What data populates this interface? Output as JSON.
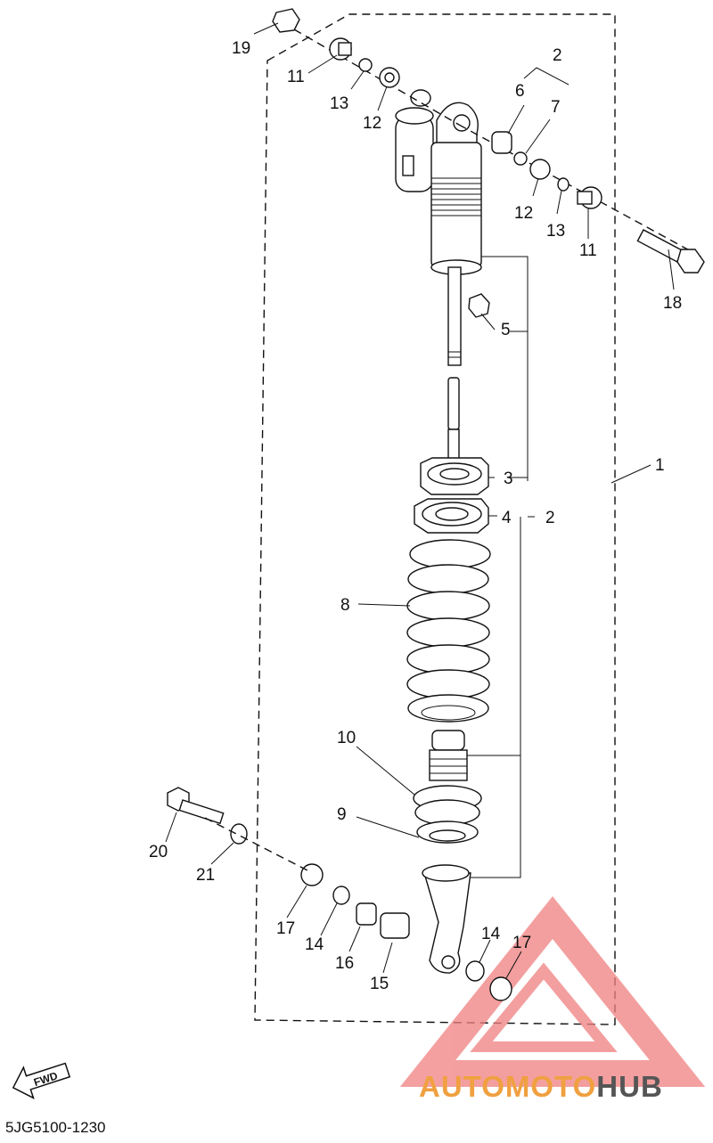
{
  "diagram_code": "5JG5100-1230",
  "fwd_label": "FWD",
  "watermark": {
    "part1": "AUTOMOTO",
    "part2": "HUB",
    "color1": "#f0a040",
    "color2": "#555555",
    "logo_color": "#f08080"
  },
  "callouts": {
    "c1": "1",
    "c2a": "2",
    "c2b": "2",
    "c3": "3",
    "c4": "4",
    "c5": "5",
    "c6": "6",
    "c7": "7",
    "c8": "8",
    "c9": "9",
    "c10": "10",
    "c11a": "11",
    "c11b": "11",
    "c12a": "12",
    "c12b": "12",
    "c13a": "13",
    "c13b": "13",
    "c14a": "14",
    "c14b": "14",
    "c15": "15",
    "c16": "16",
    "c17a": "17",
    "c17b": "17",
    "c18": "18",
    "c19": "19",
    "c20": "20",
    "c21": "21"
  }
}
